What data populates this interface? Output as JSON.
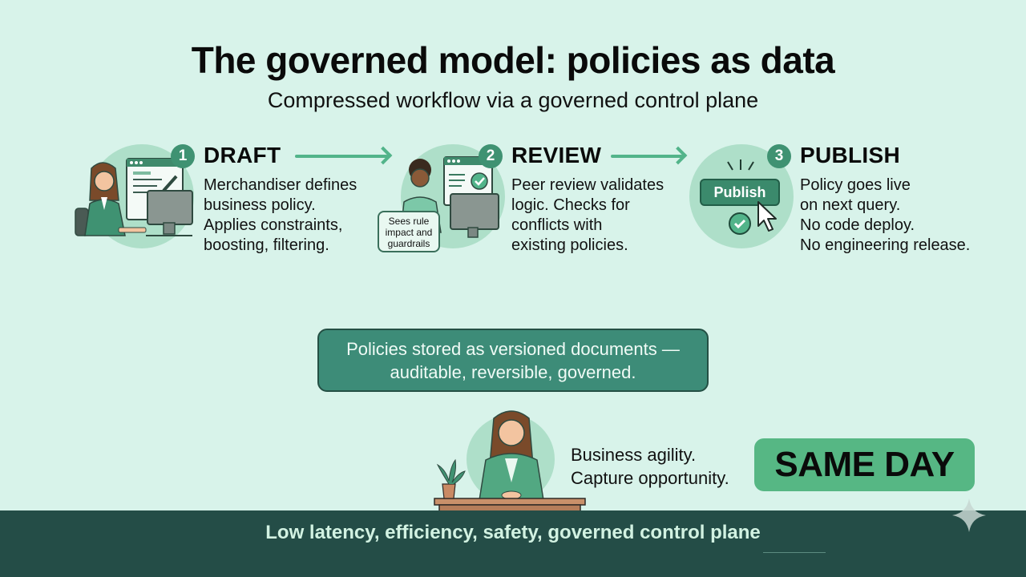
{
  "header": {
    "title": "The governed model: policies as data",
    "subtitle": "Compressed workflow via a governed control plane"
  },
  "steps": [
    {
      "number": "1",
      "title": "DRAFT",
      "description": "Merchandiser defines\nbusiness policy.\nApplies constraints,\nboosting, filtering.",
      "illustration": "merchandiser-at-computer-editing"
    },
    {
      "number": "2",
      "title": "REVIEW",
      "description": "Peer review validates\nlogic. Checks for\nconflicts with\nexisting policies.",
      "illustration": "reviewer-at-computer-checkmark",
      "callout": "Sees rule\nimpact and\nguardrails"
    },
    {
      "number": "3",
      "title": "PUBLISH",
      "description": "Policy goes live\non next query.\nNo code deploy.\nNo engineering release.",
      "illustration": "publish-button-click",
      "button_label": "Publish"
    }
  ],
  "info_box": {
    "text": "Policies stored as versioned documents —\nauditable, reversible, governed."
  },
  "outcome": {
    "text": "Business agility.\nCapture opportunity.",
    "badge": "SAME DAY"
  },
  "footer": {
    "text": "Low latency, efficiency, safety, governed control plane"
  },
  "colors": {
    "background": "#d8f3ea",
    "accent_green": "#52b48a",
    "badge_green": "#3f9272",
    "info_box": "#3d8c78",
    "same_day": "#56b784",
    "footer": "#244d47"
  }
}
